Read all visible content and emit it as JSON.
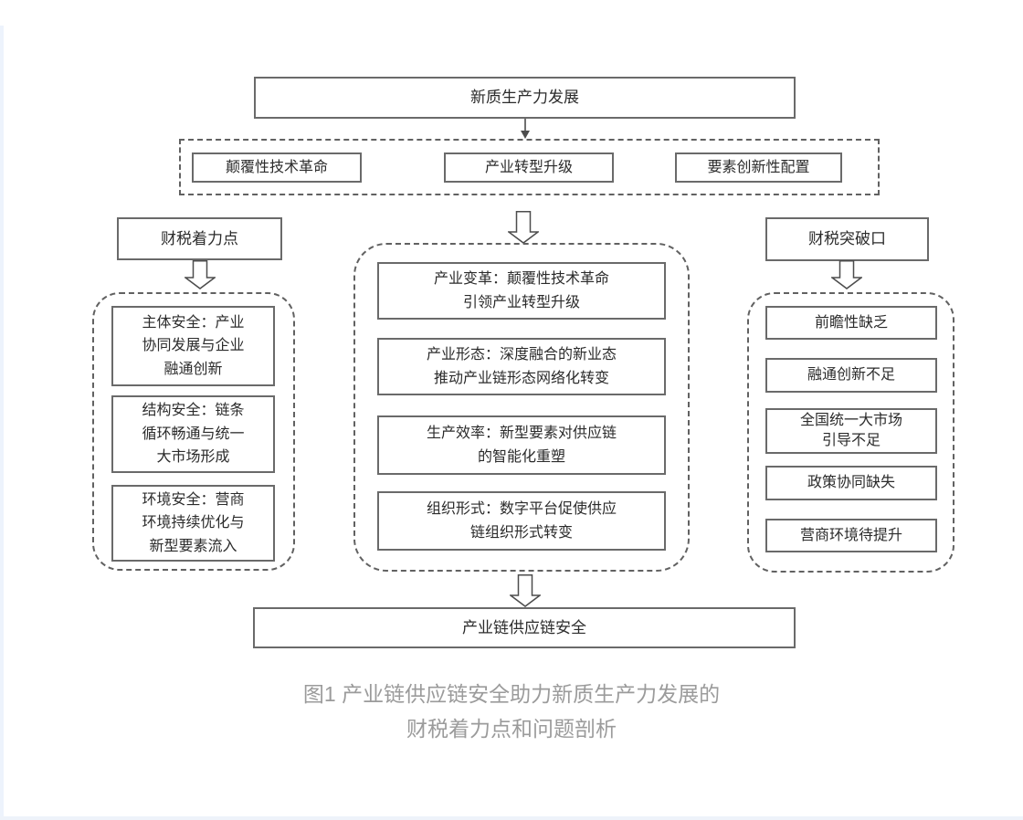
{
  "figure": {
    "top_box": "新质生产力发展",
    "drivers": [
      "颠覆性技术革命",
      "产业转型升级",
      "要素创新性配置"
    ],
    "left": {
      "header": "财税着力点",
      "items": [
        "主体安全：产业\n协同发展与企业\n融通创新",
        "结构安全：链条\n循环畅通与统一\n大市场形成",
        "环境安全：营商\n环境持续优化与\n新型要素流入"
      ]
    },
    "center": {
      "items": [
        "产业变革：颠覆性技术革命\n引领产业转型升级",
        "产业形态：深度融合的新业态\n推动产业链形态网络化转变",
        "生产效率：新型要素对供应链\n的智能化重塑",
        "组织形式：数字平台促使供应\n链组织形式转变"
      ]
    },
    "right": {
      "header": "财税突破口",
      "items": [
        "前瞻性缺乏",
        "融通创新不足",
        "全国统一大市场\n引导不足",
        "政策协同缺失",
        "营商环境待提升"
      ]
    },
    "bottom_box": "产业链供应链安全"
  },
  "caption": {
    "line1": "图1 产业链供应链安全助力新质生产力发展的",
    "line2": "财税着力点和问题剖析"
  },
  "colors": {
    "background": "#ffffff",
    "box_border": "#6a6a6a",
    "dashed_border": "#616161",
    "text": "#2b2b2b",
    "caption_text": "#9b9b9b",
    "edge_tint": "#edf3fc"
  }
}
